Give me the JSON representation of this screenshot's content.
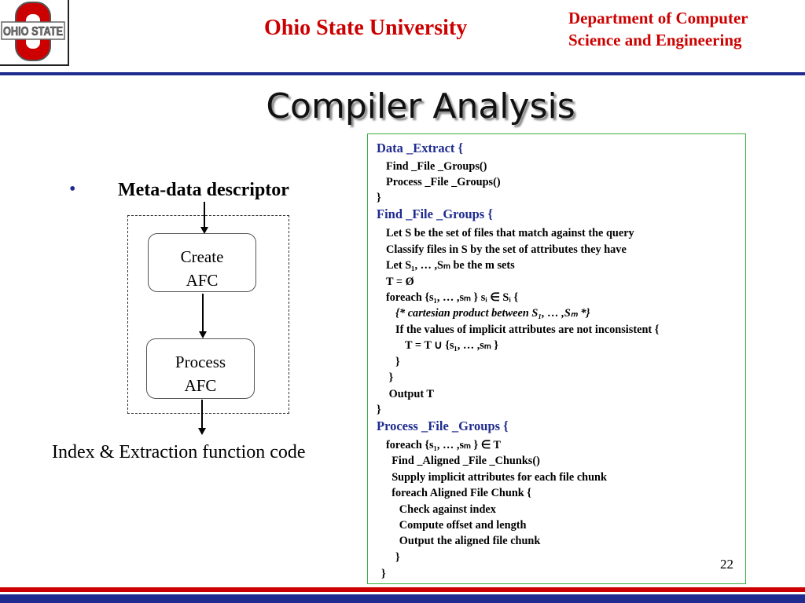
{
  "header": {
    "logo_text": "OHIO STATE",
    "university": "Ohio State University",
    "department": "Department of Computer\nScience and Engineering"
  },
  "slide": {
    "title": "Compiler Analysis",
    "bullet": "Meta-data descriptor",
    "slide_number": "22"
  },
  "diagram": {
    "create_label": "Create\nAFC",
    "process_label": "Process\nAFC",
    "output_label": "Index & Extraction function code"
  },
  "code_lines": [
    {
      "text": "Data _Extract  {",
      "indent": 0,
      "style": "blue"
    },
    {
      "text": "Find _File _Groups()",
      "indent": 1,
      "style": ""
    },
    {
      "text": "Process _File _Groups()",
      "indent": 1,
      "style": ""
    },
    {
      "text": "}",
      "indent": 0,
      "style": ""
    },
    {
      "text": "Find _File _Groups  {",
      "indent": 0,
      "style": "blue"
    },
    {
      "text": "Let  S  be the set of files that match against the query",
      "indent": 1,
      "style": ""
    },
    {
      "text": "Classify  files in   S  by the set of attributes they have",
      "indent": 1,
      "style": ""
    },
    {
      "text": "Let  S₁,  … ,Sₘ  be the  m  sets",
      "indent": 1,
      "style": ""
    },
    {
      "text": "T  = Ø",
      "indent": 1,
      "style": ""
    },
    {
      "text": "foreach    {s₁,  … ,sₘ }  sᵢ  ∈ Sᵢ {",
      "indent": 1,
      "style": ""
    },
    {
      "text": "{* cartesian product between S₁,  … ,Sₘ *}",
      "indent": 2,
      "style": "italic"
    },
    {
      "text": "If  the values of implicit  attributes are  not inconsistent {",
      "indent": 2,
      "style": ""
    },
    {
      "text": "T  =   T  ∪  {s₁,  … ,sₘ }",
      "indent": 3,
      "style": ""
    },
    {
      "text": "}",
      "indent": 2,
      "style": ""
    },
    {
      "text": "}",
      "indent": 1.3,
      "style": ""
    },
    {
      "text": "Output  T",
      "indent": 1.3,
      "style": ""
    },
    {
      "text": "}",
      "indent": 0,
      "style": ""
    },
    {
      "text": "Process _File _Groups  {",
      "indent": 0,
      "style": "blue"
    },
    {
      "text": "foreach    {s₁,  … ,sₘ } ∈  T",
      "indent": 1,
      "style": ""
    },
    {
      "text": "Find _Aligned _File _Chunks()",
      "indent": 1.6,
      "style": ""
    },
    {
      "text": "Supply  implicit   attributes for each  file  chunk",
      "indent": 1.6,
      "style": ""
    },
    {
      "text": "foreach Aligned File Chunk    {",
      "indent": 1.6,
      "style": ""
    },
    {
      "text": "Check against index",
      "indent": 2.4,
      "style": ""
    },
    {
      "text": "Compute offset and length",
      "indent": 2.4,
      "style": ""
    },
    {
      "text": "Output the aligned file chunk",
      "indent": 2.4,
      "style": ""
    },
    {
      "text": "}",
      "indent": 2,
      "style": ""
    },
    {
      "text": "}",
      "indent": 0.5,
      "style": ""
    }
  ],
  "colors": {
    "accent_red": "#cc0000",
    "accent_blue": "#1f2b8f",
    "code_border": "#3cb043"
  }
}
